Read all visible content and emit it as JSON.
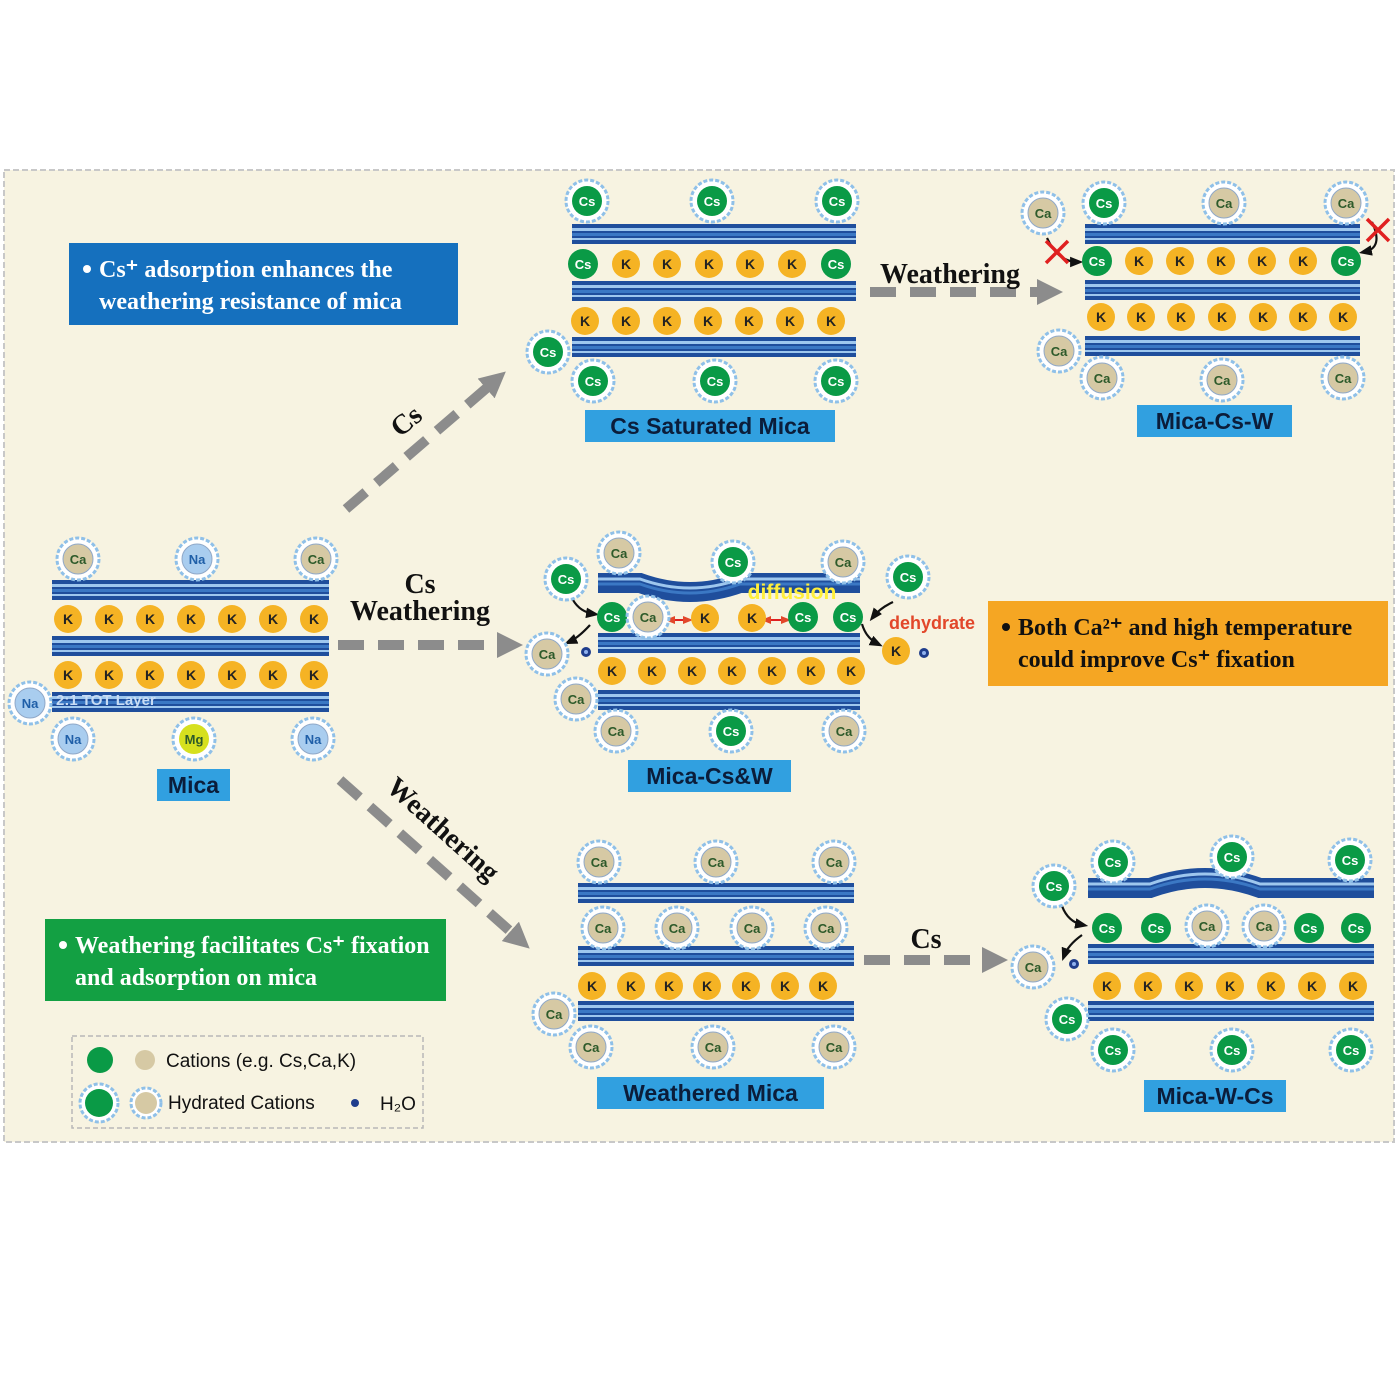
{
  "colors": {
    "panel_bg": "#f7f3e1",
    "panel_border": "#c8c8c8",
    "layer_dark": "#1f4e9c",
    "layer_mid": "#3b78c4",
    "layer_light": "#9ec7ee",
    "cs_fill": "#0a9a46",
    "ca_fill": "#d6c9a4",
    "k_fill": "#f5b324",
    "na_fill": "#a9cdef",
    "mg_fill": "#d6e01f",
    "hydration_ring": "#8fc0e8",
    "label_bg": "#31a0e0",
    "arrow_gray": "#8c8c8c",
    "note_blue": "#1570be",
    "note_orange": "#f5a623",
    "note_green": "#13a043",
    "diffusion_text": "#ffef3a",
    "dehydrate_text": "#e2472a"
  },
  "ions": {
    "cs": "Cs",
    "ca": "Ca",
    "k": "K",
    "na": "Na",
    "mg": "Mg"
  },
  "structures": {
    "mica": "Mica",
    "cs_saturated": "Cs Saturated Mica",
    "mica_cs_w": "Mica-Cs-W",
    "mica_cs_and_w": "Mica-Cs&W",
    "weathered": "Weathered Mica",
    "mica_w_cs": "Mica-W-Cs"
  },
  "layer_label": "2:1 TOT Layer",
  "arrows": {
    "cs_up": "Cs",
    "cs_middle": "Cs",
    "weathering_middle": "Weathering",
    "weathering_down": "Weathering",
    "weathering_top": "Weathering",
    "cs_bottom": "Cs"
  },
  "annotations": {
    "diffusion": "diffusion",
    "dehydrate": "dehydrate"
  },
  "notes": {
    "blue": {
      "line1": "Cs⁺ adsorption enhances the",
      "line2": "weathering resistance of mica"
    },
    "orange": {
      "line1": "Both Ca²⁺ and high temperature",
      "line2": "could improve Cs⁺ fixation"
    },
    "green": {
      "line1": "Weathering facilitates Cs⁺ fixation",
      "line2": "and adsorption on mica"
    }
  },
  "legend": {
    "cations": "Cations (e.g. Cs,Ca,K)",
    "hydrated": "Hydrated Cations",
    "water": "H₂O"
  }
}
